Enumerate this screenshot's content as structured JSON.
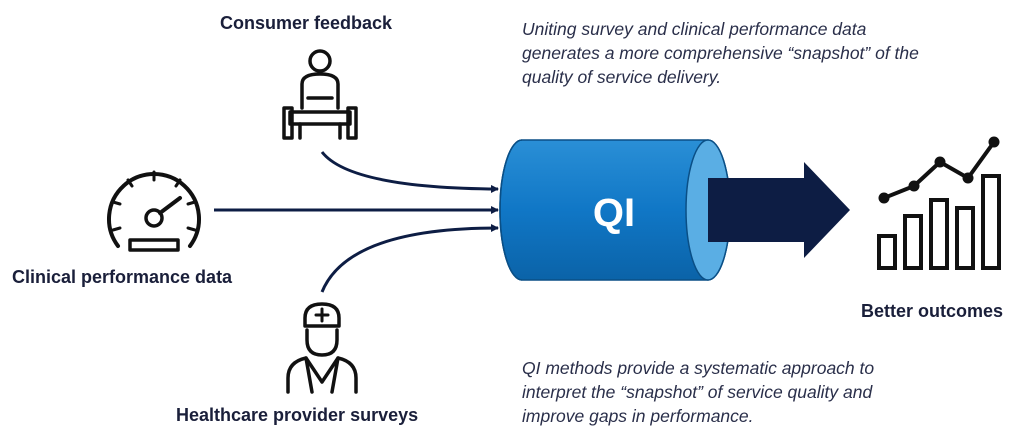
{
  "inputs": {
    "consumer_feedback": "Consumer feedback",
    "clinical_performance": "Clinical performance data",
    "provider_surveys": "Healthcare provider surveys"
  },
  "process": {
    "label": "QI"
  },
  "output": {
    "label": "Better outcomes"
  },
  "notes": {
    "top": [
      "Uniting survey and clinical performance data",
      "generates a more comprehensive “snapshot” of the",
      "quality of service delivery."
    ],
    "bottom": [
      "QI methods provide a systematic approach to",
      "interpret the “snapshot” of service quality and",
      "improve gaps in performance."
    ]
  },
  "icons": {
    "consumer": "seated-person-icon",
    "clinical": "speedometer-icon",
    "provider": "doctor-icon",
    "outcome": "rising-bar-chart-icon"
  },
  "colors": {
    "navy": "#0d1d44",
    "cylinder_blue": "#1077c6",
    "cylinder_light": "#5aaee4",
    "text": "#1a1f3a"
  }
}
